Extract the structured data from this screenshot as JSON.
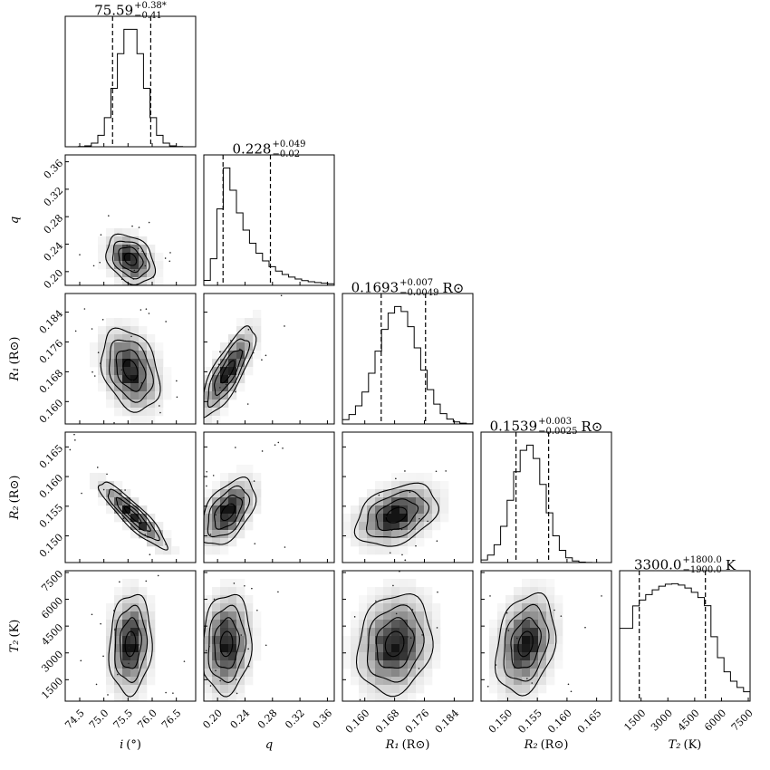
{
  "chart_data": {
    "type": "corner",
    "parameters": [
      {
        "key": "i",
        "label_main": "i",
        "label_unit": "(°)",
        "range": [
          74.2,
          76.9
        ],
        "ticks": [
          "74.5",
          "75.0",
          "75.5",
          "76.0",
          "76.5"
        ],
        "tick_vals": [
          74.5,
          75.0,
          75.5,
          76.0,
          76.5
        ],
        "median": "75.59",
        "plus": "+0.38*",
        "minus": "−0.41",
        "unit": "",
        "q16": 75.18,
        "q84": 75.97,
        "center": 75.55,
        "sigma": 0.28,
        "skew": 0
      },
      {
        "key": "q",
        "label_main": "q",
        "label_unit": "",
        "range": [
          0.18,
          0.37
        ],
        "ticks": [
          "0.20",
          "0.24",
          "0.28",
          "0.32",
          "0.36"
        ],
        "tick_vals": [
          0.2,
          0.24,
          0.28,
          0.32,
          0.36
        ],
        "median": "0.228",
        "plus": "+0.049",
        "minus": "−0.02",
        "unit": "",
        "q16": 0.208,
        "q84": 0.277,
        "center": 0.215,
        "sigma": 0.016,
        "skew": 0.06
      },
      {
        "key": "R1",
        "label_main": "R₁",
        "label_unit": "(R⊙)",
        "range": [
          0.154,
          0.189
        ],
        "ticks": [
          "0.160",
          "0.168",
          "0.176",
          "0.184"
        ],
        "tick_vals": [
          0.16,
          0.168,
          0.176,
          0.184
        ],
        "median": "0.1693",
        "plus": "+0.007",
        "minus": "−0.0049",
        "unit": "R⊙",
        "q16": 0.1644,
        "q84": 0.1763,
        "center": 0.169,
        "sigma": 0.0055,
        "skew": 0
      },
      {
        "key": "R2",
        "label_main": "R₂",
        "label_unit": "(R⊙)",
        "range": [
          0.1455,
          0.1675
        ],
        "ticks": [
          "0.150",
          "0.155",
          "0.160",
          "0.165"
        ],
        "tick_vals": [
          0.15,
          0.155,
          0.16,
          0.165
        ],
        "median": "0.1539",
        "plus": "+0.003",
        "minus": "−0.0025",
        "unit": "R⊙",
        "q16": 0.1514,
        "q84": 0.1569,
        "center": 0.1535,
        "sigma": 0.0027,
        "skew": 0
      },
      {
        "key": "T2",
        "label_main": "T₂",
        "label_unit": "(K)",
        "range": [
          300,
          7600
        ],
        "ticks": [
          "1500",
          "3000",
          "4500",
          "6000",
          "7500"
        ],
        "tick_vals": [
          1500,
          3000,
          4500,
          6000,
          7500
        ],
        "median": "3300.0",
        "plus": "+1800.0",
        "minus": "−1900.0",
        "unit": "K",
        "q16": 1400,
        "q84": 5100,
        "center": 3300,
        "sigma": 1900,
        "skew": 0
      }
    ],
    "y_ticks": [
      null,
      {
        "labels": [
          "0.20",
          "0.24",
          "0.28",
          "0.32",
          "0.36"
        ],
        "vals": [
          0.2,
          0.24,
          0.28,
          0.32,
          0.36
        ]
      },
      {
        "labels": [
          "0.160",
          "0.168",
          "0.176",
          "0.184"
        ],
        "vals": [
          0.16,
          0.168,
          0.176,
          0.184
        ]
      },
      {
        "labels": [
          "0.150",
          "0.155",
          "0.160",
          "0.165"
        ],
        "vals": [
          0.15,
          0.155,
          0.16,
          0.165
        ]
      },
      {
        "labels": [
          "1500",
          "3000",
          "4500",
          "6000",
          "7500"
        ],
        "vals": [
          1500,
          3000,
          4500,
          6000,
          7500
        ]
      }
    ],
    "pairs": [
      {
        "row": 1,
        "col": 0,
        "cx": 75.55,
        "cy": 0.218,
        "sx": 0.25,
        "sy": 0.018,
        "rho": -0.3
      },
      {
        "row": 2,
        "col": 0,
        "cx": 75.55,
        "cy": 0.1685,
        "sx": 0.3,
        "sy": 0.0055,
        "rho": -0.3
      },
      {
        "row": 2,
        "col": 1,
        "cx": 0.215,
        "cy": 0.168,
        "sx": 0.02,
        "sy": 0.006,
        "rho": 0.8
      },
      {
        "row": 3,
        "col": 0,
        "cx": 75.6,
        "cy": 0.1535,
        "sx": 0.35,
        "sy": 0.0028,
        "rho": -0.9
      },
      {
        "row": 3,
        "col": 1,
        "cx": 0.215,
        "cy": 0.154,
        "sx": 0.02,
        "sy": 0.0028,
        "rho": 0.5
      },
      {
        "row": 3,
        "col": 2,
        "cx": 0.1685,
        "cy": 0.1535,
        "sx": 0.0055,
        "sy": 0.0026,
        "rho": 0.35
      },
      {
        "row": 4,
        "col": 0,
        "cx": 75.55,
        "cy": 3500,
        "sx": 0.22,
        "sy": 1400,
        "rho": 0.1
      },
      {
        "row": 4,
        "col": 1,
        "cx": 0.213,
        "cy": 3500,
        "sx": 0.018,
        "sy": 1400,
        "rho": 0.1
      },
      {
        "row": 4,
        "col": 2,
        "cx": 0.168,
        "cy": 3500,
        "sx": 0.005,
        "sy": 1400,
        "rho": 0.15
      },
      {
        "row": 4,
        "col": 3,
        "cx": 0.153,
        "cy": 3500,
        "sx": 0.0025,
        "sy": 1400,
        "rho": 0.25
      }
    ],
    "histogram_bins": 20,
    "grid": false,
    "legend": "none",
    "quantile_lines": "dashed"
  }
}
